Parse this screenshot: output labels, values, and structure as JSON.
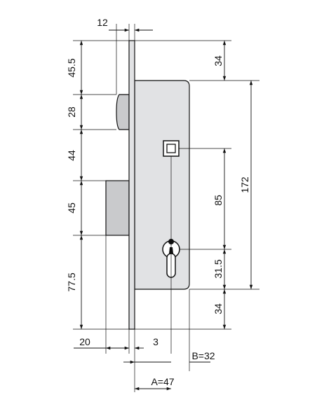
{
  "labels": {
    "top_width": "12",
    "left_top": "45.5",
    "left_latch": "28",
    "left_gap": "44",
    "left_bolt": "45",
    "left_bottom": "77.5",
    "right_top": "34",
    "right_total": "172",
    "right_centers": "85",
    "right_cyl": "31.5",
    "right_bottom": "34",
    "bottom_bolt": "20",
    "bottom_plate": "3",
    "dim_b": "B=32",
    "dim_a": "A=47"
  }
}
